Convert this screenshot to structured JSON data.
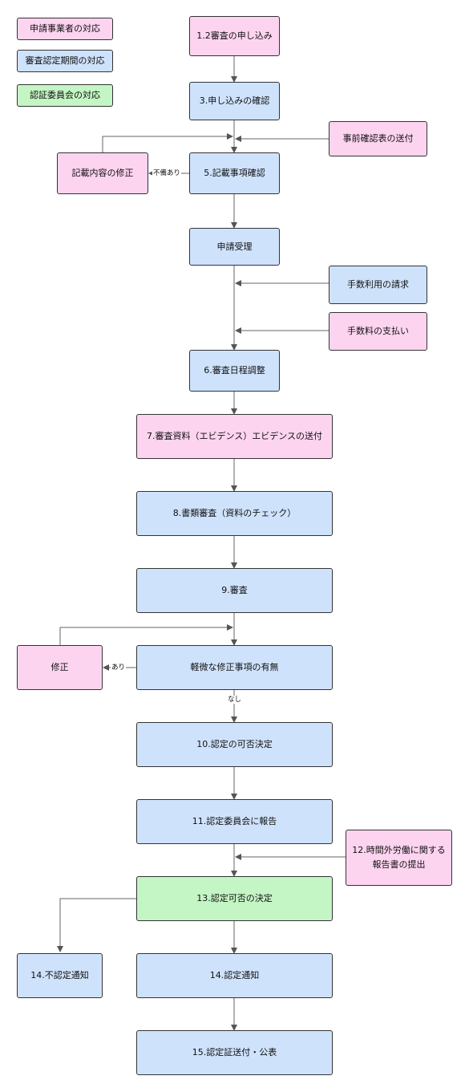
{
  "legend": {
    "applicant": "申請事業者の対応",
    "review_body": "審査認定期間の対応",
    "committee": "認証委員会の対応"
  },
  "colors": {
    "applicant": "#fdd4f0",
    "review_body": "#cfe2fc",
    "committee": "#c4f5c4",
    "line": "#666666"
  },
  "nodes": {
    "n1": "1.2審査の申し込み",
    "n3": "3.申し込みの確認",
    "n4": "事前確認表の送付",
    "n5": "5.記載事項確認",
    "fix_form": "記載内容の修正",
    "accept": "申請受理",
    "fee_request": "手数利用の請求",
    "fee_payment": "手数料の支払い",
    "n6": "6.審査日程調整",
    "n7": "7.審査資料（エビデンス）エビデンスの送付",
    "n8": "8.書類審査（資料のチェック）",
    "n9": "9.審査",
    "minor_fix": "軽微な修正事項の有無",
    "fix": "修正",
    "n10": "10.認定の可否決定",
    "n11": "11.認定委員会に報告",
    "n12": "12.時間外労働に関する\n報告書の提出",
    "n13": "13.認定可否の決定",
    "n14_ng": "14.不認定通知",
    "n14_ok": "14.認定通知",
    "n15": "15.認定証送付・公表"
  },
  "edge_labels": {
    "deficient": "不備あり",
    "exists": "あり",
    "none": "なし"
  }
}
